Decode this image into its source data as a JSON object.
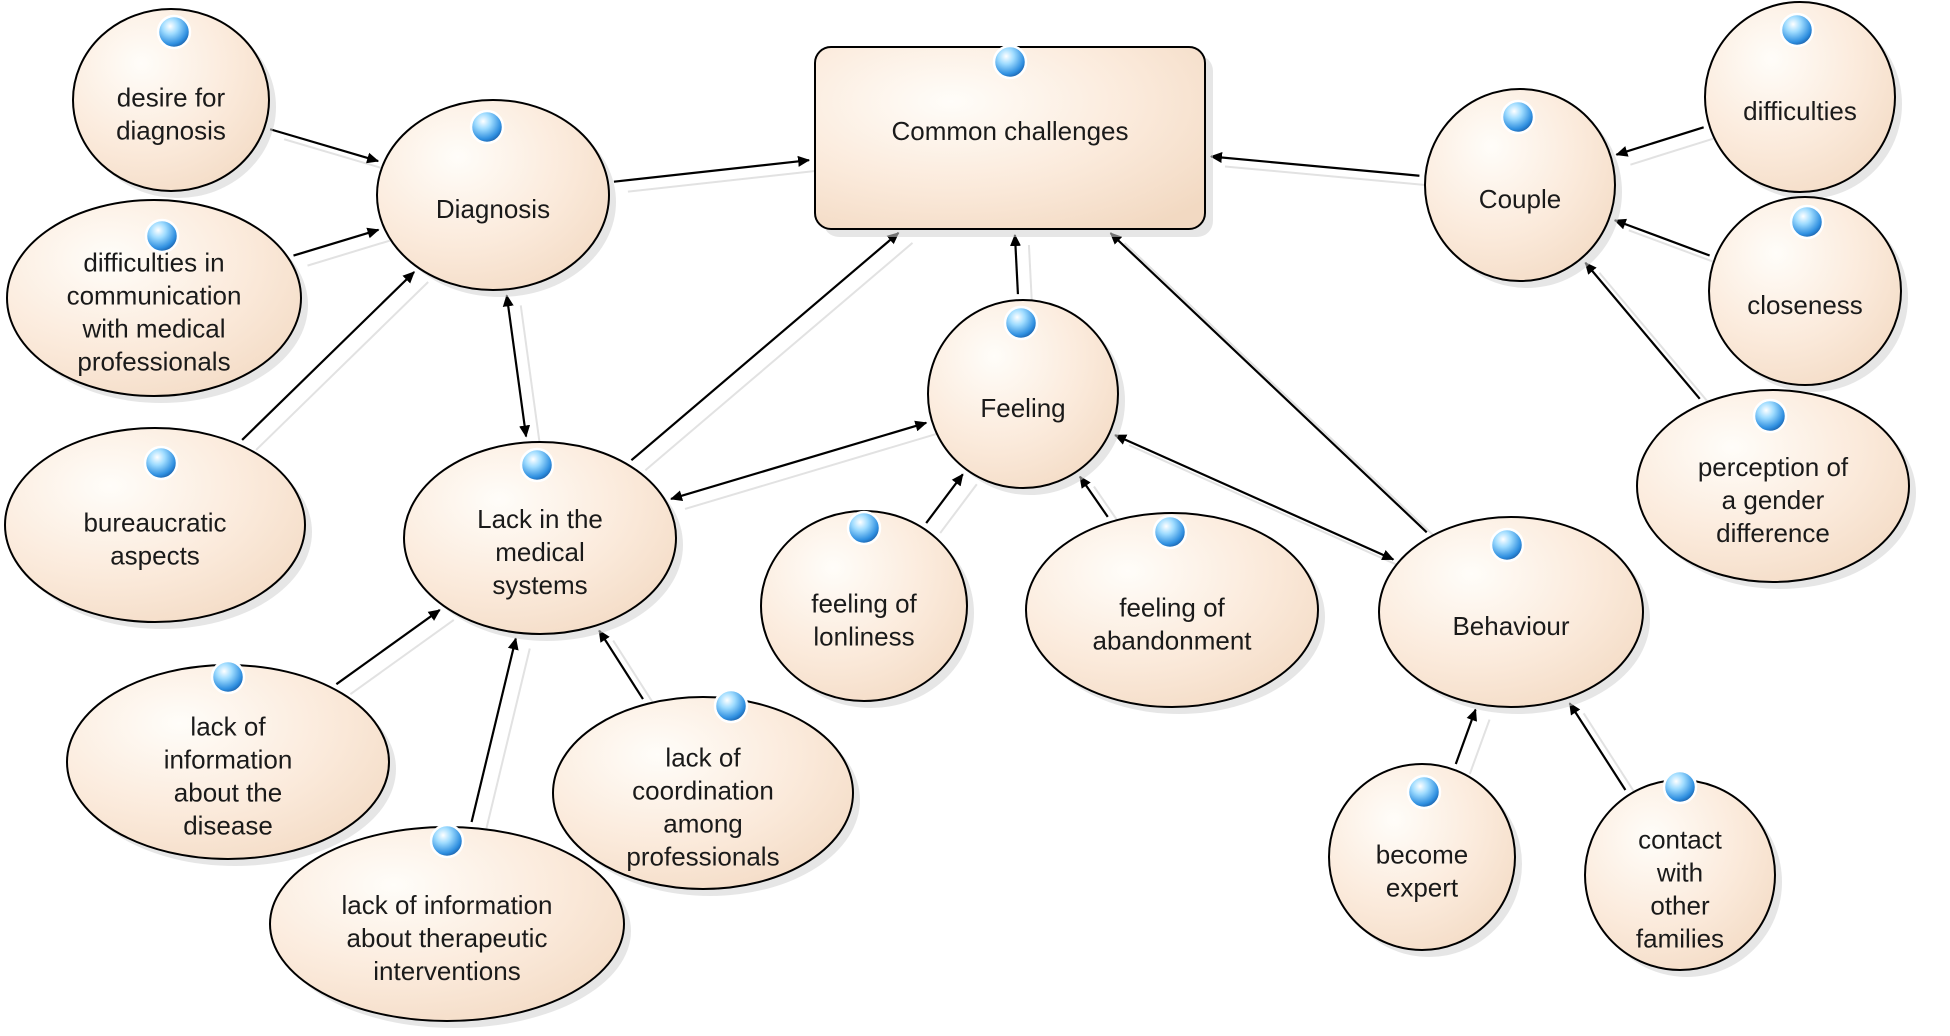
{
  "diagram": {
    "nodes": [
      {
        "id": "common",
        "label": "Common challenges"
      },
      {
        "id": "diagnosis",
        "label": "Diagnosis"
      },
      {
        "id": "desire",
        "label": "desire for diagnosis"
      },
      {
        "id": "difficomm",
        "label": "difficulties in communication with medical professionals"
      },
      {
        "id": "bureau",
        "label": "bureaucratic aspects"
      },
      {
        "id": "lack",
        "label": "Lack in the medical systems"
      },
      {
        "id": "lackinfo",
        "label": "lack of information about the disease"
      },
      {
        "id": "lackther",
        "label": "lack of information about therapeutic interventions"
      },
      {
        "id": "lackcoord",
        "label": "lack of coordination among professionals"
      },
      {
        "id": "feeling",
        "label": "Feeling"
      },
      {
        "id": "lonely",
        "label": "feeling of lonliness"
      },
      {
        "id": "abandon",
        "label": "feeling of abandonment"
      },
      {
        "id": "behaviour",
        "label": "Behaviour"
      },
      {
        "id": "expert",
        "label": "become expert"
      },
      {
        "id": "contact",
        "label": "contact with other families"
      },
      {
        "id": "couple",
        "label": "Couple"
      },
      {
        "id": "difficulties",
        "label": "difficulties"
      },
      {
        "id": "closeness",
        "label": "closeness"
      },
      {
        "id": "gender",
        "label": "perception of a gender difference"
      }
    ],
    "edges": [
      {
        "from": "desire",
        "to": "diagnosis"
      },
      {
        "from": "difficomm",
        "to": "diagnosis"
      },
      {
        "from": "bureau",
        "to": "diagnosis"
      },
      {
        "from": "diagnosis",
        "to": "common"
      },
      {
        "from": "diagnosis",
        "to": "lack",
        "bidirectional": true
      },
      {
        "from": "lack",
        "to": "common"
      },
      {
        "from": "lack",
        "to": "feeling",
        "bidirectional": true
      },
      {
        "from": "lackinfo",
        "to": "lack"
      },
      {
        "from": "lackther",
        "to": "lack"
      },
      {
        "from": "lackcoord",
        "to": "lack"
      },
      {
        "from": "feeling",
        "to": "common"
      },
      {
        "from": "lonely",
        "to": "feeling"
      },
      {
        "from": "abandon",
        "to": "feeling"
      },
      {
        "from": "feeling",
        "to": "behaviour",
        "bidirectional": true
      },
      {
        "from": "behaviour",
        "to": "common"
      },
      {
        "from": "expert",
        "to": "behaviour"
      },
      {
        "from": "contact",
        "to": "behaviour"
      },
      {
        "from": "couple",
        "to": "common"
      },
      {
        "from": "difficulties",
        "to": "couple"
      },
      {
        "from": "closeness",
        "to": "couple"
      },
      {
        "from": "gender",
        "to": "couple"
      }
    ]
  }
}
